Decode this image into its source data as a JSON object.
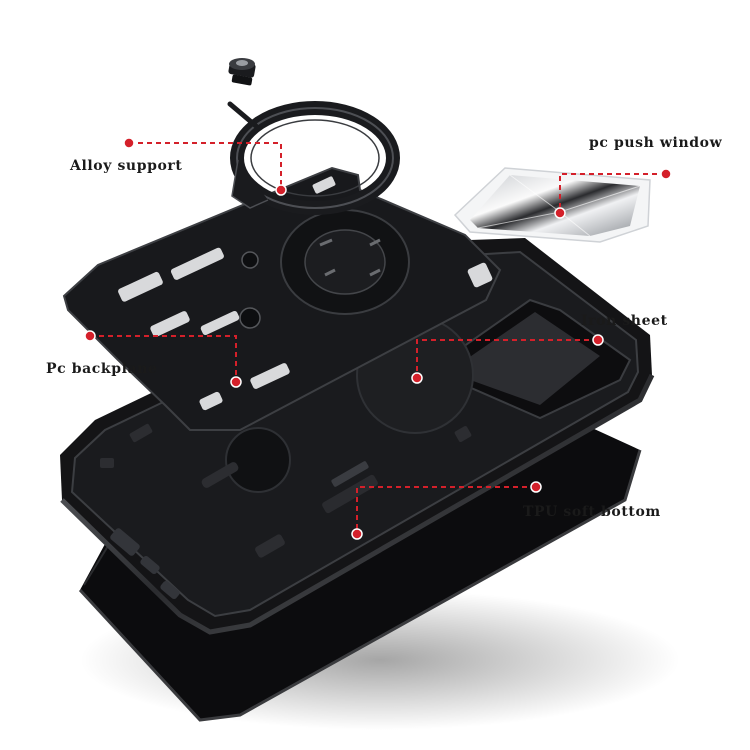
{
  "colors": {
    "background": "#ffffff",
    "label_text": "#1a1a1a",
    "callout_line": "#d4202a",
    "case_black": "#141416",
    "case_edge": "#4a4c50",
    "metal_light": "#e6e8ea",
    "metal_dark": "#2a2b2e"
  },
  "callouts": {
    "alloy_support": "Alloy support",
    "pc_push_window": "pc push window",
    "iron_sheet": "Iron sheet",
    "pc_backplane": "Pc backplane",
    "tpu_soft_bottom": "TPU soft bottom"
  }
}
